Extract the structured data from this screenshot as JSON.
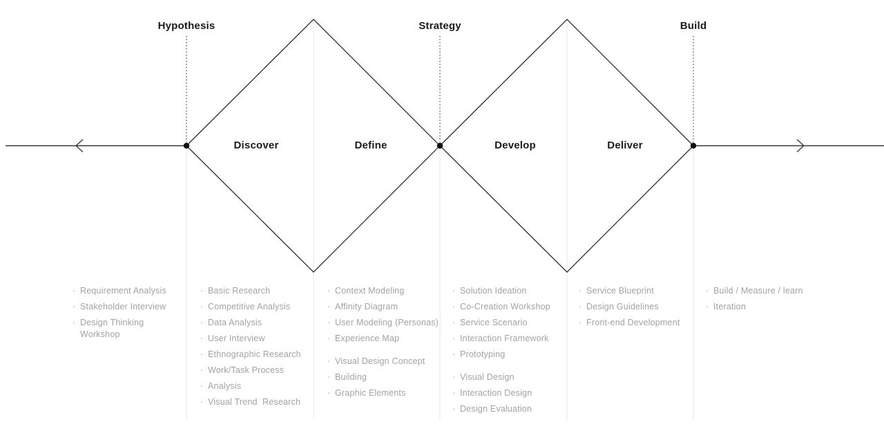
{
  "diagram": {
    "milestones": [
      {
        "label": "Hypothesis"
      },
      {
        "label": "Strategy"
      },
      {
        "label": "Build"
      }
    ],
    "phases": [
      {
        "label": "Discover"
      },
      {
        "label": "Define"
      },
      {
        "label": "Develop"
      },
      {
        "label": "Deliver"
      }
    ],
    "bullet": "·",
    "columns": [
      {
        "region": "hypothesis",
        "groups": [
          [
            "Requirement Analysis",
            "Stakeholder Interview",
            "Design Thinking Workshop"
          ]
        ]
      },
      {
        "region": "discover",
        "groups": [
          [
            "Basic Research",
            "Competitive Analysis",
            "Data Analysis",
            "User Interview",
            "Ethnographic Research",
            "Work/Task Process",
            "Analysis",
            "Visual Trend  Research"
          ]
        ]
      },
      {
        "region": "define",
        "groups": [
          [
            "Context Modeling",
            "Affinity Diagram",
            "User Modeling (Personas)",
            "Experience Map"
          ],
          [
            "Visual Design Concept",
            "Building",
            "Graphic Elements"
          ]
        ]
      },
      {
        "region": "develop",
        "groups": [
          [
            "Solution Ideation",
            "Co-Creation Workshop",
            "Service Scenario",
            "Interaction Framework",
            "Prototyping"
          ],
          [
            "Visual Design",
            "Interaction Design",
            "Design Evaluation"
          ]
        ]
      },
      {
        "region": "deliver",
        "groups": [
          [
            "Service Blueprint",
            "Design Guidelines",
            "Front-end Development"
          ]
        ]
      },
      {
        "region": "build",
        "groups": [
          [
            "Build / Measure / learn",
            "Iteration"
          ]
        ]
      }
    ],
    "colors": {
      "background": "#ffffff",
      "diamond_line": "#2b2b2b",
      "axis_line": "#3a3a3a",
      "dotted_line": "#444444",
      "node_dot": "#111111",
      "separator": "#e7e7e7",
      "label_text": "#1b1b1b",
      "list_text": "#a3a3a3"
    }
  }
}
